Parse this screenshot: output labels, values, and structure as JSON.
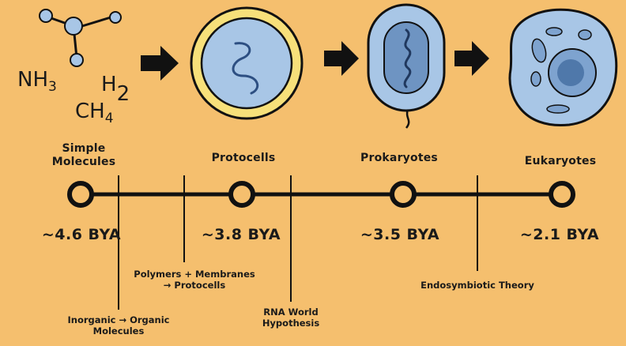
{
  "formulas": {
    "nh3": {
      "main": "NH",
      "sub": "3"
    },
    "h2": {
      "main": "H",
      "sub": "2"
    },
    "ch4": {
      "main": "CH",
      "sub": "4"
    }
  },
  "stages": [
    {
      "label": "Simple\nMolecules",
      "date": "~4.6 BYA"
    },
    {
      "label": "Protocells",
      "date": "~3.8 BYA"
    },
    {
      "label": "Prokaryotes",
      "date": "~3.5 BYA"
    },
    {
      "label": "Eukaryotes",
      "date": "~2.1 BYA"
    }
  ],
  "events": [
    {
      "label": "Inorganic → Organic\nMolecules"
    },
    {
      "label": "Polymers + Membranes\n→ Protocells"
    },
    {
      "label": "RNA World\nHypothesis"
    },
    {
      "label": "Endosymbiotic Theory"
    }
  ],
  "colors": {
    "background": "#f5bf6e",
    "outline": "#111111",
    "cell_blue": "#a8c6e6",
    "cell_dark_blue": "#5f87b8",
    "membrane_yellow": "#f7e07a"
  }
}
